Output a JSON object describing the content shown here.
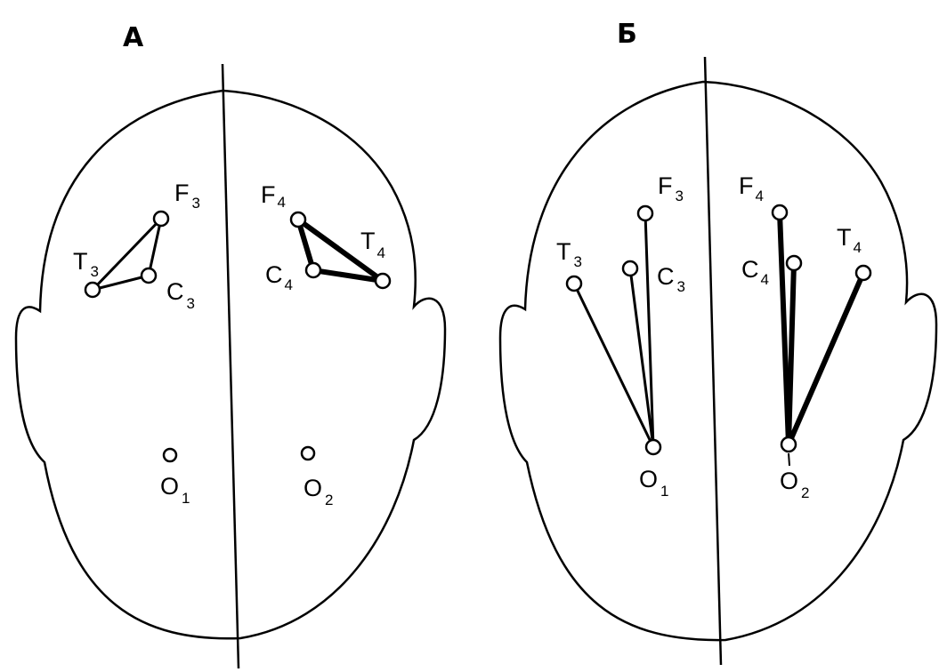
{
  "panels": [
    {
      "title": "А",
      "electrodes": [
        {
          "id": "F3",
          "letter": "F",
          "index": "3"
        },
        {
          "id": "T3",
          "letter": "T",
          "index": "3"
        },
        {
          "id": "C3",
          "letter": "C",
          "index": "3"
        },
        {
          "id": "F4",
          "letter": "F",
          "index": "4"
        },
        {
          "id": "T4",
          "letter": "T",
          "index": "4"
        },
        {
          "id": "C4",
          "letter": "C",
          "index": "4"
        },
        {
          "id": "O1",
          "letter": "",
          "index": ""
        },
        {
          "id": "O2",
          "letter": "",
          "index": ""
        },
        {
          "id": "O1L",
          "letter": "O",
          "index": "1"
        },
        {
          "id": "O2L",
          "letter": "O",
          "index": "2"
        }
      ],
      "connections": [
        {
          "from": "F3",
          "to": "T3",
          "strength": "normal"
        },
        {
          "from": "T3",
          "to": "C3",
          "strength": "normal"
        },
        {
          "from": "C3",
          "to": "F3",
          "strength": "normal"
        },
        {
          "from": "F4",
          "to": "T4",
          "strength": "strong"
        },
        {
          "from": "T4",
          "to": "C4",
          "strength": "strong"
        },
        {
          "from": "C4",
          "to": "F4",
          "strength": "strong"
        }
      ]
    },
    {
      "title": "Б",
      "electrodes": [
        {
          "id": "F3",
          "letter": "F",
          "index": "3"
        },
        {
          "id": "T3",
          "letter": "T",
          "index": "3"
        },
        {
          "id": "C3",
          "letter": "C",
          "index": "3"
        },
        {
          "id": "F4",
          "letter": "F",
          "index": "4"
        },
        {
          "id": "C4",
          "letter": "C",
          "index": "4"
        },
        {
          "id": "T4",
          "letter": "T",
          "index": "4"
        },
        {
          "id": "O1",
          "letter": "O",
          "index": "1"
        },
        {
          "id": "O2",
          "letter": "O",
          "index": "2"
        }
      ],
      "connections": [
        {
          "from": "T3",
          "to": "O1",
          "strength": "normal"
        },
        {
          "from": "C3",
          "to": "O1",
          "strength": "normal"
        },
        {
          "from": "F3",
          "to": "O1",
          "strength": "normal"
        },
        {
          "from": "F4",
          "to": "O2",
          "strength": "strong"
        },
        {
          "from": "C4",
          "to": "O2",
          "strength": "strong"
        },
        {
          "from": "T4",
          "to": "O2",
          "strength": "strong"
        }
      ]
    }
  ]
}
